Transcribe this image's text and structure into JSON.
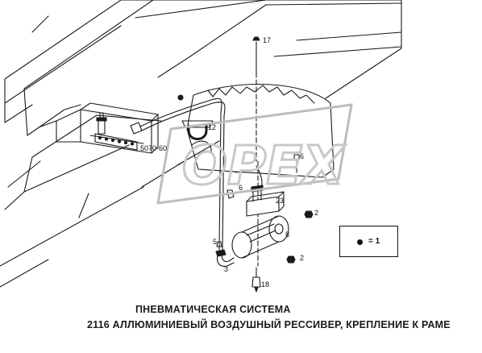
{
  "caption": {
    "title": "ПНЕВМАТИЧЕСКАЯ СИСТЕМА",
    "subtitle": "2116  АЛЛЮМИНИЕВЫЙ ВОЗДУШНЫЙ РЕССИВЕР, КРЕПЛЕНИЕ К РАМЕ"
  },
  "callouts": {
    "c17": "17",
    "c12": "12",
    "c5070": "5070-60",
    "c6a": "6",
    "c6b": "6",
    "c23": "23",
    "c2a": "2",
    "c8": "8",
    "c2b": "2",
    "c5": "5",
    "c3": "3",
    "c18": "18"
  },
  "legend": {
    "symbol": "filled-dot",
    "text": "= 1"
  },
  "watermark": {
    "brand": "OPEX",
    "color": "#c8c8c8"
  }
}
